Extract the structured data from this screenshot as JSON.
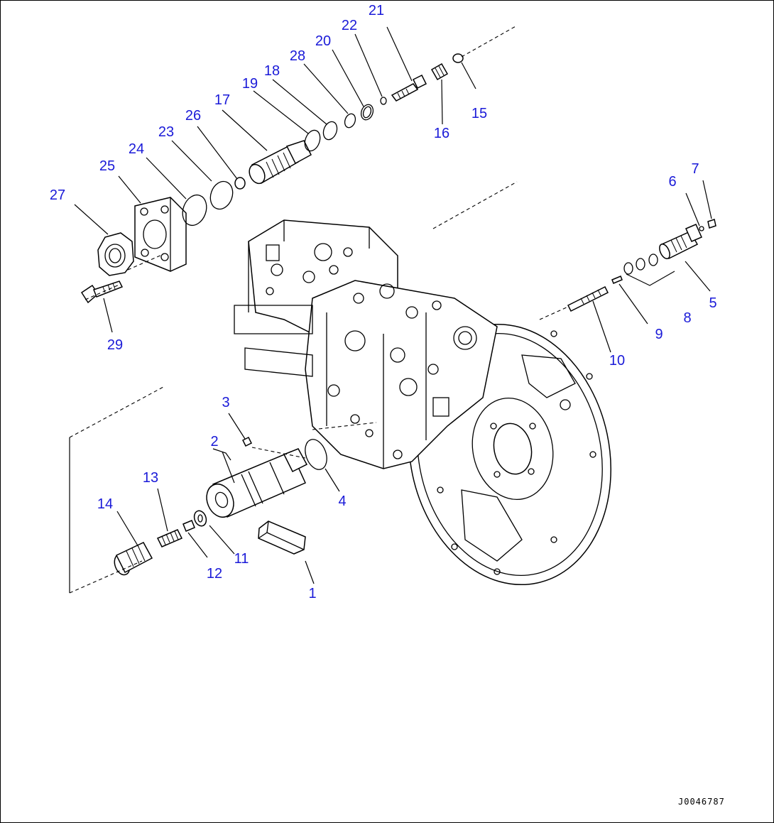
{
  "diagram": {
    "drawing_code": "J0046787",
    "labels": {
      "p1": "1",
      "p2": "2",
      "p3": "3",
      "p4": "4",
      "p5": "5",
      "p6": "6",
      "p7": "7",
      "p8": "8",
      "p9": "9",
      "p10": "10",
      "p11": "11",
      "p12": "12",
      "p13": "13",
      "p14": "14",
      "p15": "15",
      "p16": "16",
      "p17": "17",
      "p18": "18",
      "p19": "19",
      "p20": "20",
      "p21": "21",
      "p22": "22",
      "p23": "23",
      "p24": "24",
      "p25": "25",
      "p26": "26",
      "p27": "27",
      "p28": "28",
      "p29": "29"
    },
    "colors": {
      "label": "#1a1ad8",
      "line": "#000000",
      "background": "#ffffff"
    }
  }
}
